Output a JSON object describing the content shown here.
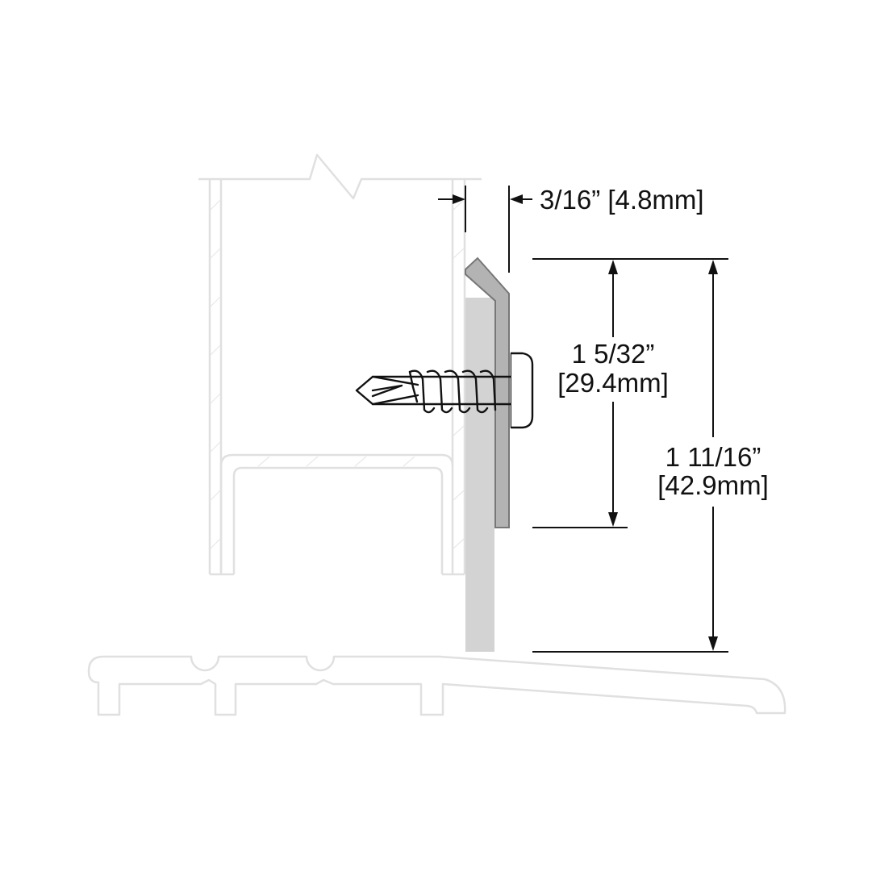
{
  "dimensions": {
    "gap": {
      "imperial": "3/16”",
      "metric": "[4.8mm]"
    },
    "flange_height": {
      "imperial": "1 5/32”",
      "metric": "[29.4mm]"
    },
    "total_height": {
      "imperial": "1 11/16”",
      "metric": "[42.9mm]"
    }
  },
  "colors": {
    "background": "#ffffff",
    "ghost_outline": "#e0e0e0",
    "seal_insert": "#d3d3d3",
    "bracket": "#b3b3b3",
    "bracket_outline": "#777777",
    "line": "#111111"
  }
}
